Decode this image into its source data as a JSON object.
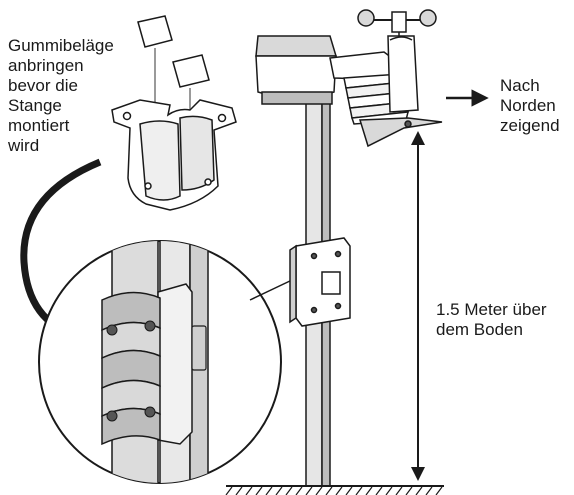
{
  "labels": {
    "pads_instruction": [
      "Gummibeläge",
      "anbringen",
      "bevor die",
      "Stange",
      "montiert",
      "wird"
    ],
    "north": [
      "Nach",
      "Norden",
      "zeigend"
    ],
    "height": [
      "1.5 Meter über",
      "dem Boden"
    ]
  },
  "colors": {
    "ink": "#1a1a1a",
    "light_gray": "#d9d9d9",
    "mid_gray": "#9a9a9a",
    "dark_gray": "#555555",
    "white": "#ffffff"
  }
}
